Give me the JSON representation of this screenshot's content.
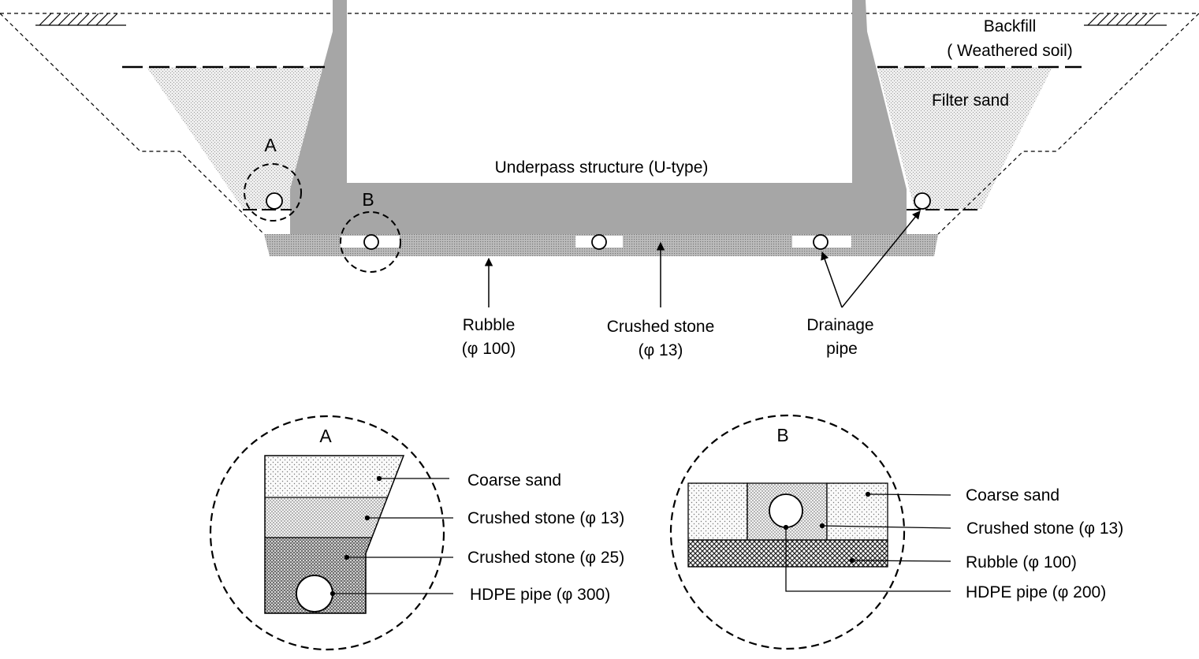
{
  "main": {
    "backfill": "Backfill",
    "backfill_sub": "( Weathered soil)",
    "filter_sand": "Filter sand",
    "structure": "Underpass structure (U-type)",
    "marker_a": "A",
    "marker_b": "B",
    "rubble": "Rubble",
    "rubble_size": "(φ 100)",
    "crushed_stone": "Crushed stone",
    "crushed_stone_size": "(φ 13)",
    "drainage": "Drainage",
    "drainage_pipe": "pipe"
  },
  "detail_a": {
    "title": "A",
    "labels": [
      "Coarse sand",
      "Crushed stone (φ 13)",
      "Crushed stone (φ 25)",
      "HDPE pipe (φ 300)"
    ]
  },
  "detail_b": {
    "title": "B",
    "labels": [
      "Coarse sand",
      "Crushed stone (φ 13)",
      "Rubble (φ 100)",
      "HDPE pipe (φ 200)"
    ]
  }
}
